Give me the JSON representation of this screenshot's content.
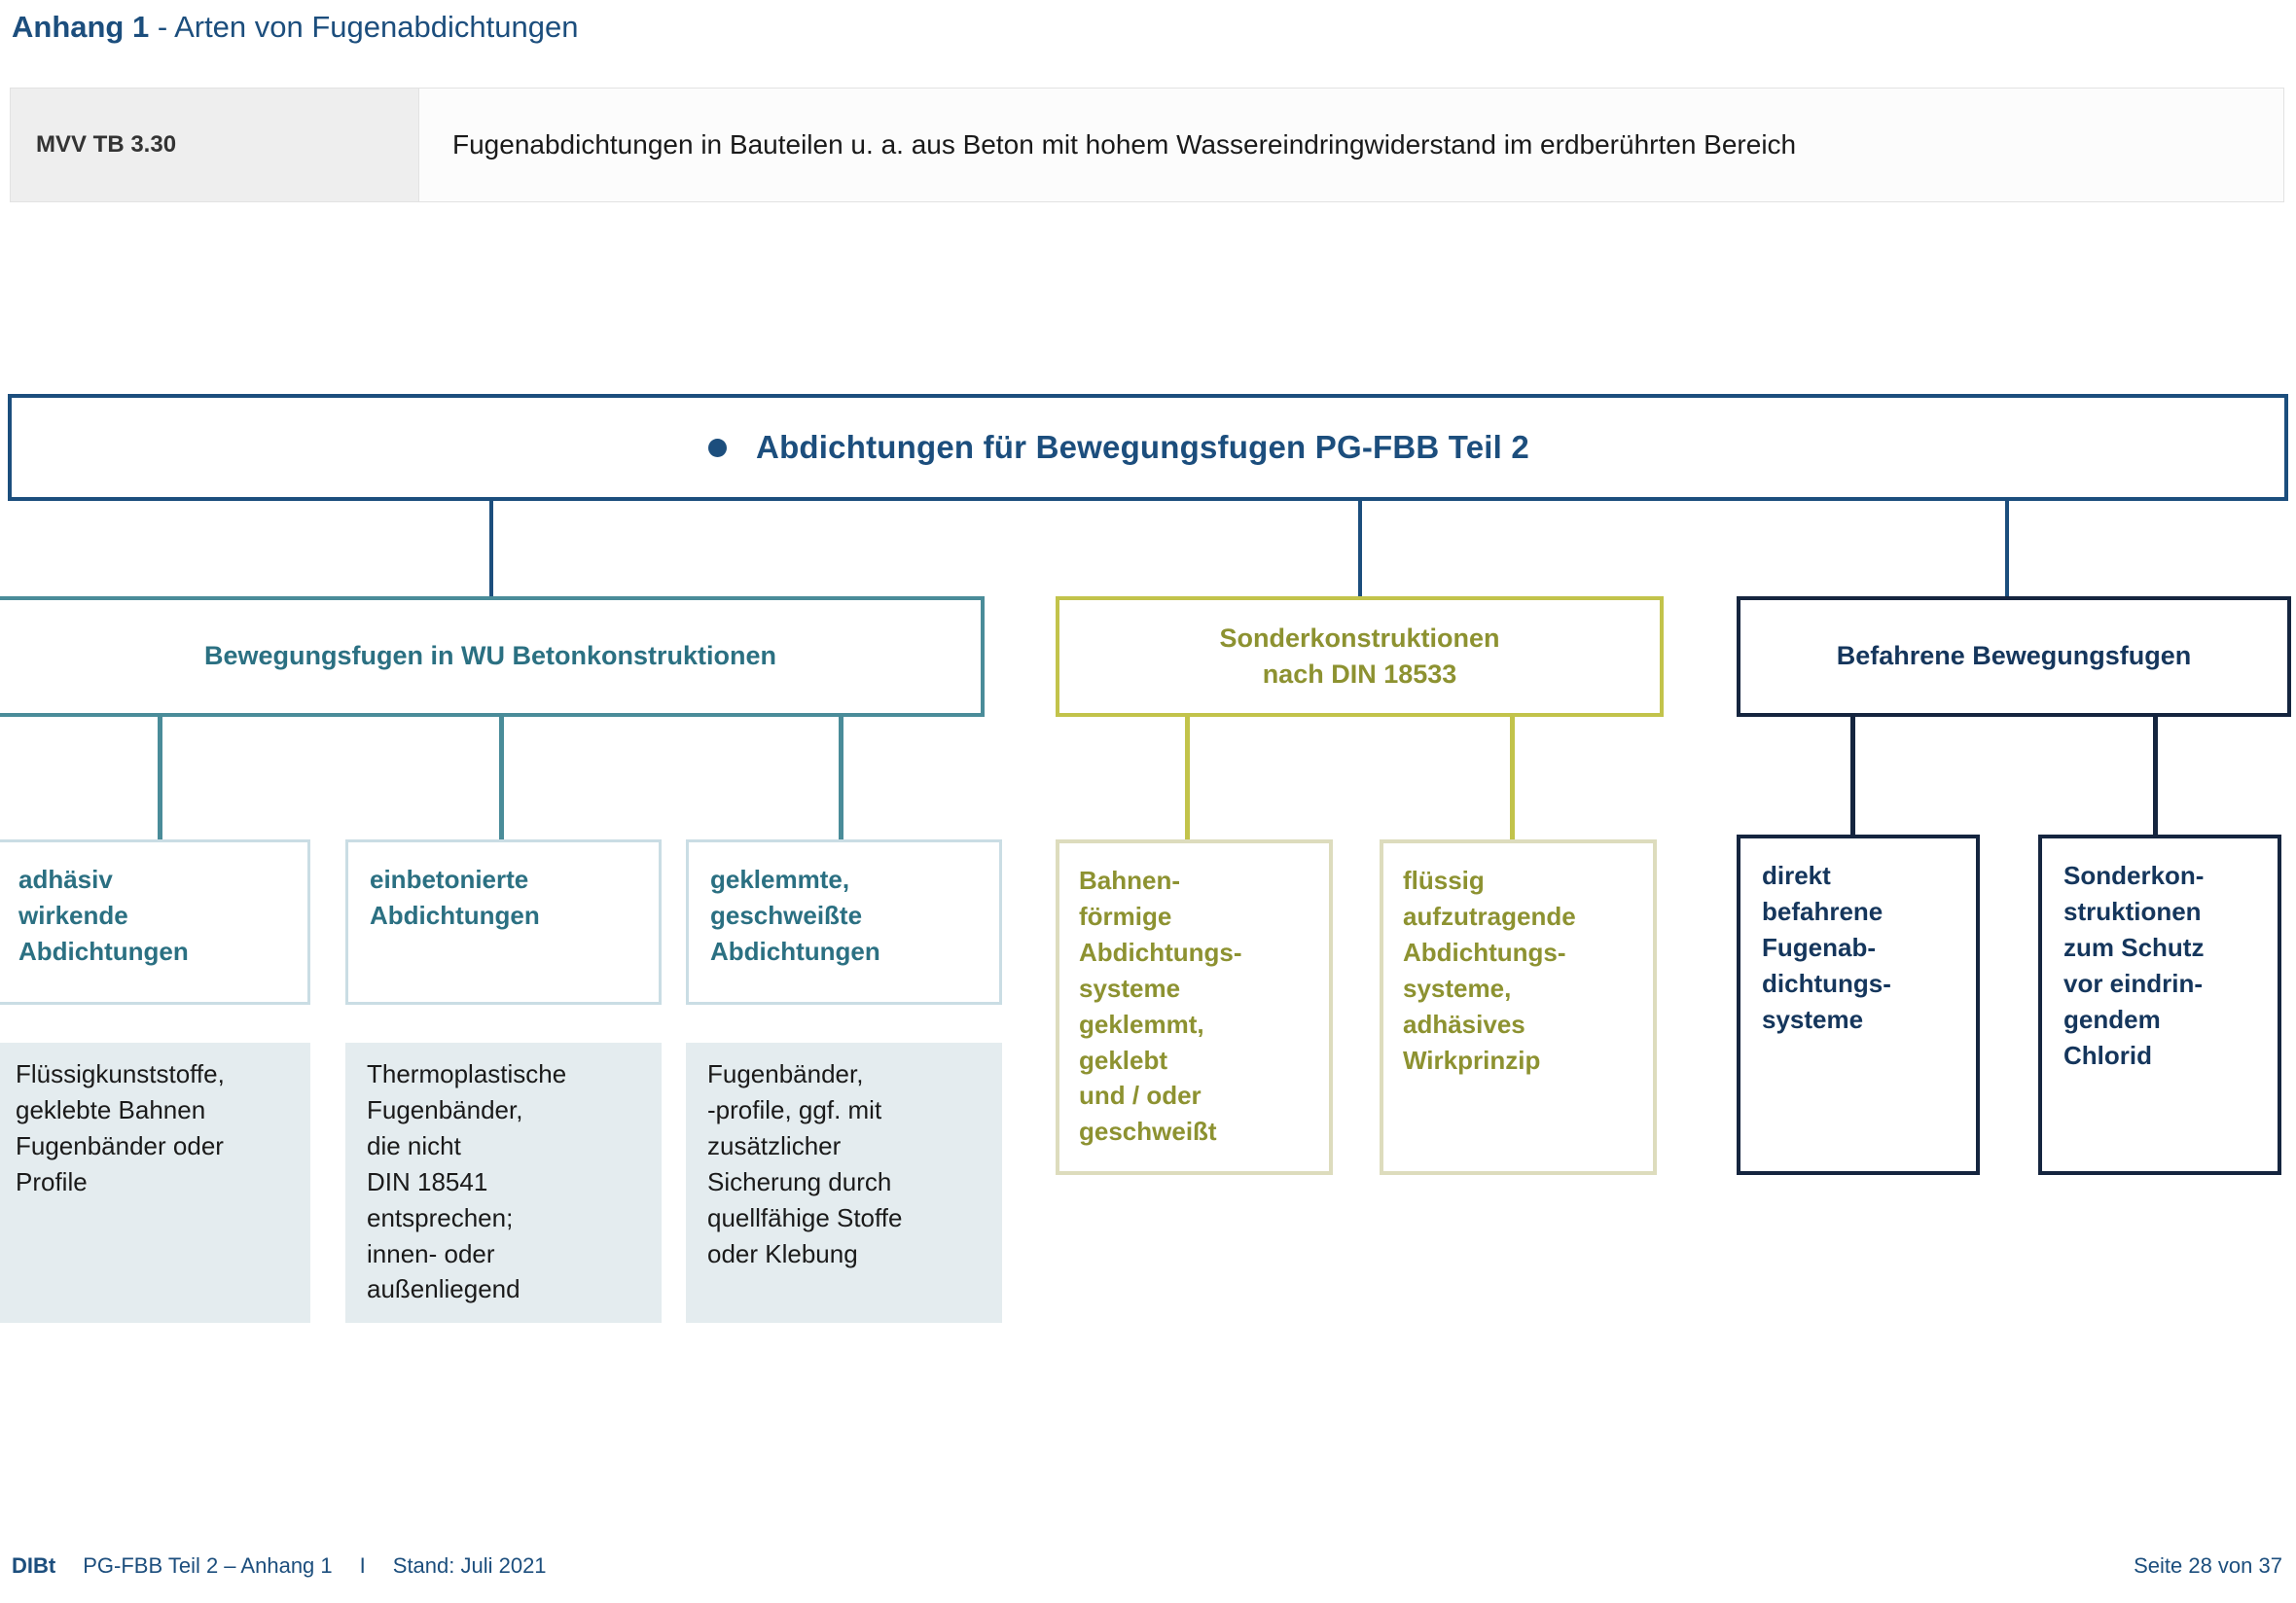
{
  "title": {
    "strong": "Anhang 1",
    "rest": " - Arten von Fugenabdichtungen"
  },
  "mvv_table": {
    "code": "MVV TB 3.30",
    "description": "Fugenabdichtungen in Bauteilen u. a. aus Beton mit hohem Wassereindringwiderstand im erdberührten Bereich"
  },
  "diagram": {
    "root": {
      "label": "Abdichtungen für Bewegungsfugen    PG-FBB Teil 2",
      "bullet": "bullet-dot",
      "color": "#1c4e7d"
    },
    "branches": [
      {
        "key": "wu",
        "label": "Bewegungsfugen in WU Betonkonstruktionen",
        "color": "#4a8c99",
        "text_color": "#2b7082",
        "children": [
          {
            "key": "adhaesiv",
            "label": "adhäsiv\nwirkende\nAbdichtungen",
            "description": "Flüssigkunststoffe,\ngeklebte Bahnen\nFugenbänder oder\nProfile"
          },
          {
            "key": "einbeton",
            "label": "einbetonierte\nAbdichtungen",
            "description": "Thermoplastische\nFugenbänder,\ndie nicht\nDIN 18541\nentsprechen;\ninnen- oder\naußenliegend"
          },
          {
            "key": "geklemmt",
            "label": "geklemmte,\ngeschweißte\nAbdichtungen",
            "description": "Fugenbänder,\n-profile, ggf. mit\nzusätzlicher\nSicherung durch\nquellfähige Stoffe\noder Klebung"
          }
        ]
      },
      {
        "key": "sonderkonstruktionen",
        "label": "Sonderkonstruktionen\nnach DIN 18533",
        "color": "#c2c34b",
        "text_color": "#8d9231",
        "children": [
          {
            "key": "bahnen",
            "label": "Bahnen-\nförmige\nAbdichtungs-\nsysteme\ngeklemmt,\ngeklebt\nund / oder\ngeschweißt"
          },
          {
            "key": "fluessig",
            "label": "flüssig\naufzutragende\nAbdichtungs-\nsysteme,\nadhäsives\nWirkprinzip"
          }
        ]
      },
      {
        "key": "befahrene",
        "label": "Befahrene Bewegungsfugen",
        "color": "#15253f",
        "text_color": "#15365c",
        "children": [
          {
            "key": "direkt",
            "label": "direkt\nbefahrene\nFugenab-\ndichtungs-\nsysteme"
          },
          {
            "key": "sonderkon",
            "label": "Sonderkon-\nstruktionen\nzum Schutz\nvor eindrin-\ngendem\nChlorid"
          }
        ]
      }
    ]
  },
  "footer": {
    "brand": "DIBt",
    "document": "PG-FBB Teil 2 – Anhang 1",
    "separator": "I",
    "date": "Stand: Juli 2021",
    "page": "Seite 28 von 37"
  }
}
